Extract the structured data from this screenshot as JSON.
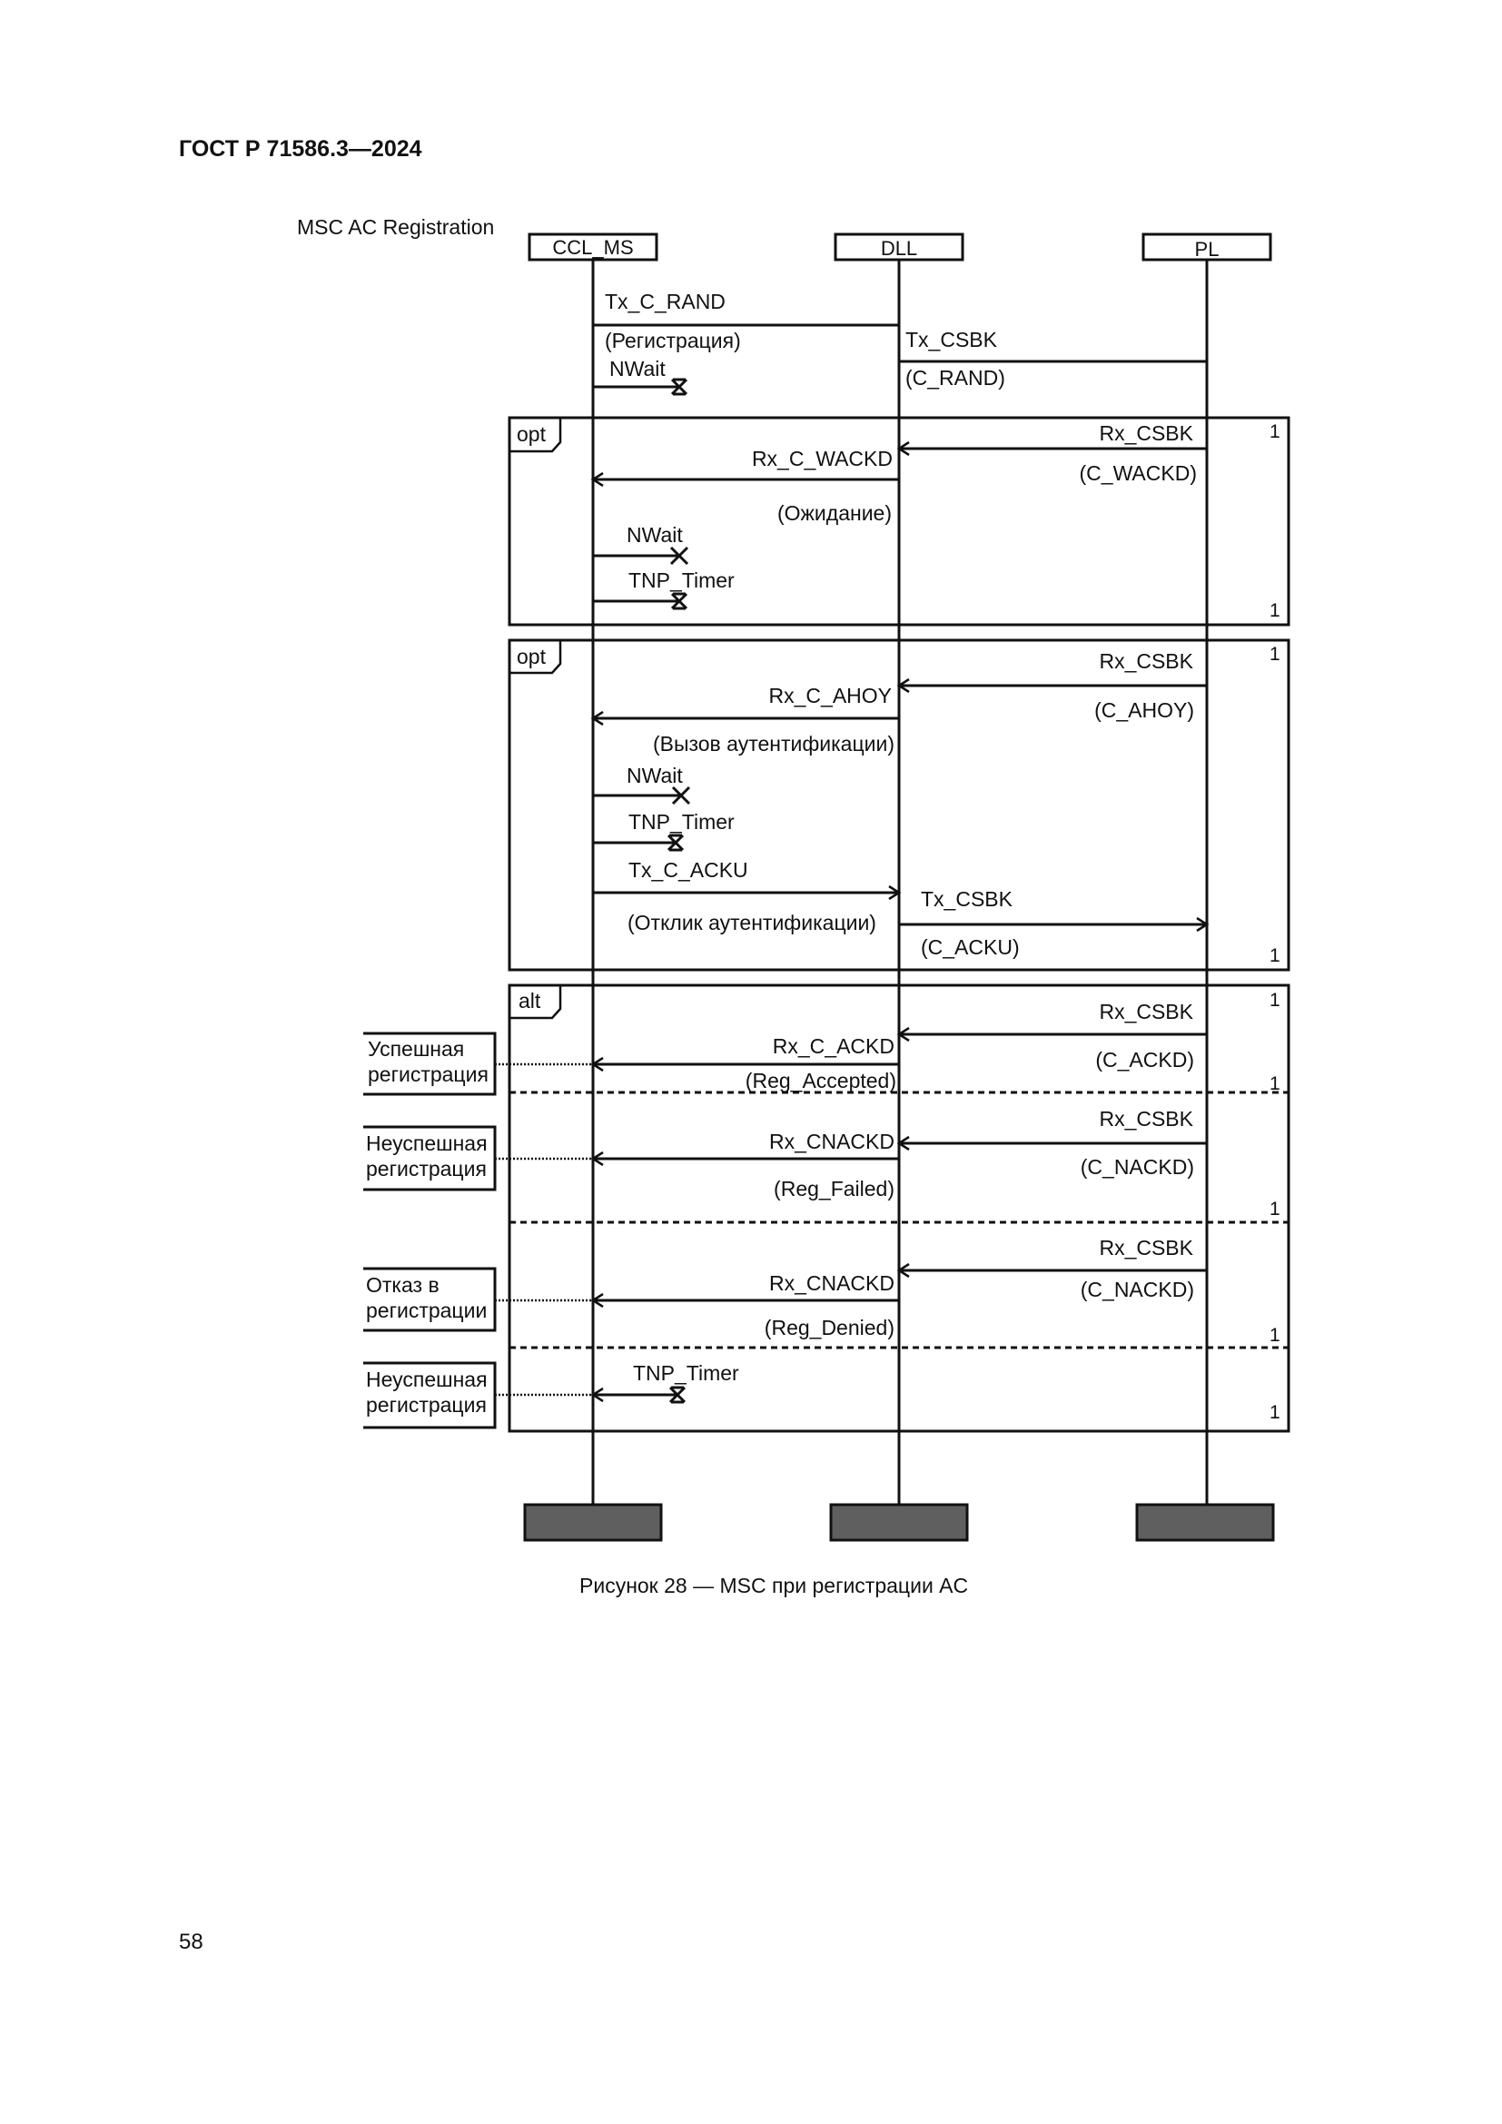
{
  "page": {
    "header": "ГОСТ Р 71586.3—2024",
    "number": "58"
  },
  "diagram": {
    "title": "MSC AC Registration",
    "caption": "Рисунок 28 — MSC при регистрации AC",
    "lifelines": [
      "CCL_MS",
      "DLL",
      "PL"
    ],
    "intro": {
      "tx_c_rand": "Tx_C_RAND",
      "registration": "(Регистрация)",
      "tx_csbk": "Tx_CSBK",
      "c_rand": "(C_RAND)",
      "nwait": "NWait"
    },
    "opt1": {
      "tag": "opt",
      "rx_csbk": "Rx_CSBK",
      "c_wackd": "(C_WACKD)",
      "rx_c_wackd": "Rx_C_WACKD",
      "waiting": "(Ожидание)",
      "nwait": "NWait",
      "tnp": "TNP_Timer",
      "count_top": "1",
      "count_bottom": "1"
    },
    "opt2": {
      "tag": "opt",
      "rx_csbk": "Rx_CSBK",
      "c_ahoy": "(C_AHOY)",
      "rx_c_ahoy": "Rx_C_AHOY",
      "auth_call": "(Вызов аутентификации)",
      "nwait": "NWait",
      "tnp": "TNP_Timer",
      "tx_c_acku": "Tx_C_ACKU",
      "auth_reply": "(Отклик аутентификации)",
      "tx_csbk": "Tx_CSBK",
      "c_acku": "(C_ACKU)",
      "count_top": "1",
      "count_bottom": "1"
    },
    "alt": {
      "tag": "alt",
      "s1": {
        "note": [
          "Успешная",
          "регистрация"
        ],
        "rx_csbk": "Rx_CSBK",
        "csbk_param": "(C_ACKD)",
        "msg": "Rx_C_ACKD",
        "result": "(Reg_Accepted)",
        "count_top": "1",
        "count_bottom": "1"
      },
      "s2": {
        "note": [
          "Неуспешная",
          "регистрация"
        ],
        "rx_csbk": "Rx_CSBK",
        "csbk_param": "(C_NACKD)",
        "msg": "Rx_CNACKD",
        "result": "(Reg_Failed)",
        "count_bottom": "1"
      },
      "s3": {
        "note": [
          "Отказ в",
          "регистрации"
        ],
        "rx_csbk": "Rx_CSBK",
        "csbk_param": "(C_NACKD)",
        "msg": "Rx_CNACKD",
        "result": "(Reg_Denied)",
        "count_bottom": "1"
      },
      "s4": {
        "note": [
          "Неуспешная",
          "регистрация"
        ],
        "tnp": "TNP_Timer",
        "count_bottom": "1"
      }
    }
  }
}
